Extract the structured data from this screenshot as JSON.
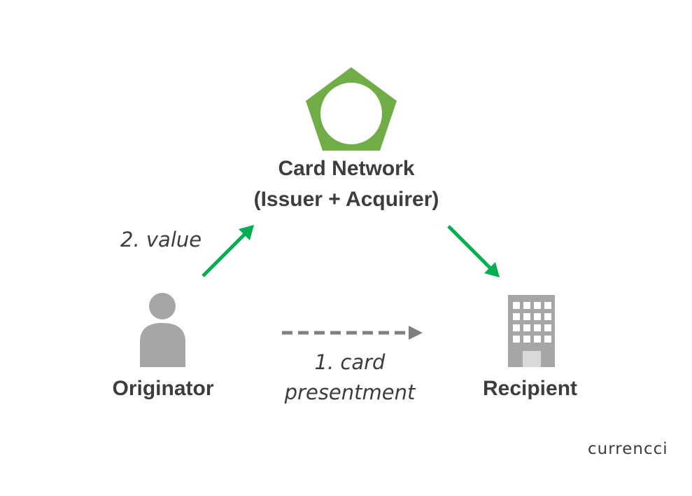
{
  "network": {
    "title": "Card Network",
    "subtitle": "(Issuer + Acquirer)",
    "icon": "pentagon-ring-icon",
    "color": "#70ad47"
  },
  "originator": {
    "label": "Originator",
    "icon": "person-icon",
    "color": "#a6a6a6"
  },
  "recipient": {
    "label": "Recipient",
    "icon": "building-icon",
    "color": "#a6a6a6"
  },
  "flows": {
    "value_label": "2. value",
    "card_label_line1": "1. card",
    "card_label_line2": "presentment",
    "arrow_color": "#00b050",
    "dashed_color": "#7f7f7f"
  },
  "brand": {
    "text": "currencci"
  }
}
